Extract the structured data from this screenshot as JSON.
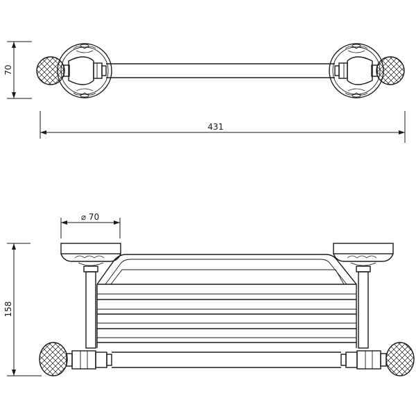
{
  "dimensions": {
    "front_height": "70",
    "overall_length": "431",
    "diameter": "⌀ 70",
    "side_height": "158"
  }
}
